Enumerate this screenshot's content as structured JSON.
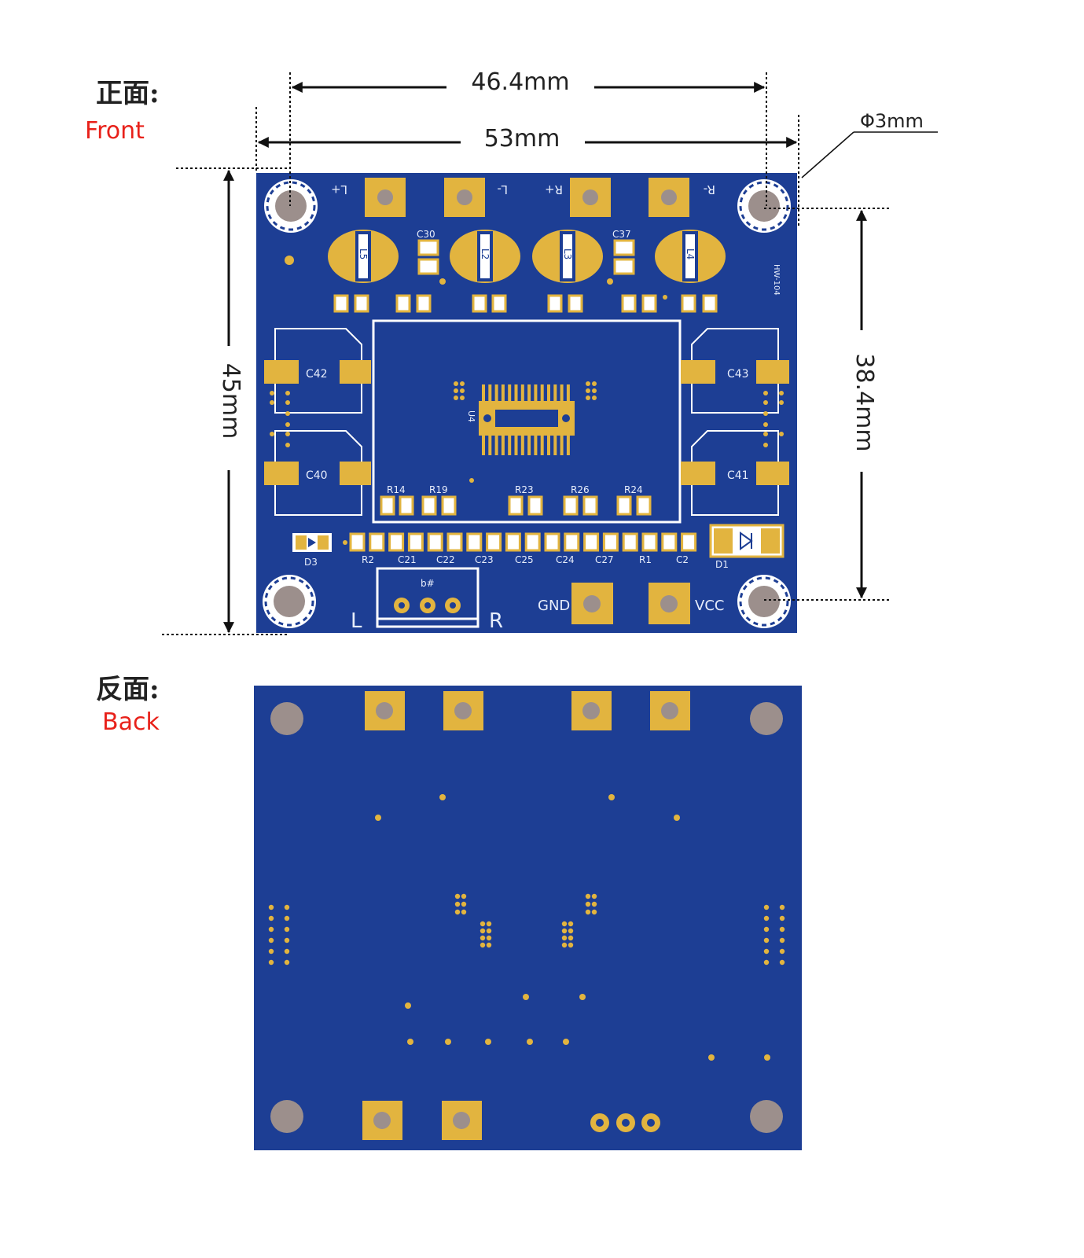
{
  "labels": {
    "front_cn": "正面:",
    "front_en": "Front",
    "back_cn": "反面:",
    "back_en": "Back"
  },
  "dimensions": {
    "inner_width": "46.4mm",
    "outer_width": "53mm",
    "height": "45mm",
    "hole_span": "38.4mm",
    "hole_diameter": "Φ3mm"
  },
  "silkscreen": {
    "terminals": [
      "L+",
      "L-",
      "R+",
      "R-"
    ],
    "inductors": [
      "L5",
      "L2",
      "L3",
      "L4"
    ],
    "small_caps": [
      "C30",
      "C37"
    ],
    "big_caps": [
      "C42",
      "C40",
      "C43",
      "C41"
    ],
    "ic": "U4",
    "resistors": [
      "R14",
      "R19",
      "R23",
      "R26",
      "R24"
    ],
    "bottom_row": [
      "D3",
      "R2",
      "C21",
      "C22",
      "C23",
      "C25",
      "C24",
      "C27",
      "R1",
      "C2",
      "D1"
    ],
    "left": "L",
    "right": "R",
    "gnd": "GND",
    "vcc": "VCC",
    "connector": "b#",
    "board_id": "HW-104"
  },
  "colors": {
    "pcb": "#1d3e94",
    "pad": "#e2b43f",
    "hole": "#9c8f8c",
    "red_label": "#e8211a"
  }
}
